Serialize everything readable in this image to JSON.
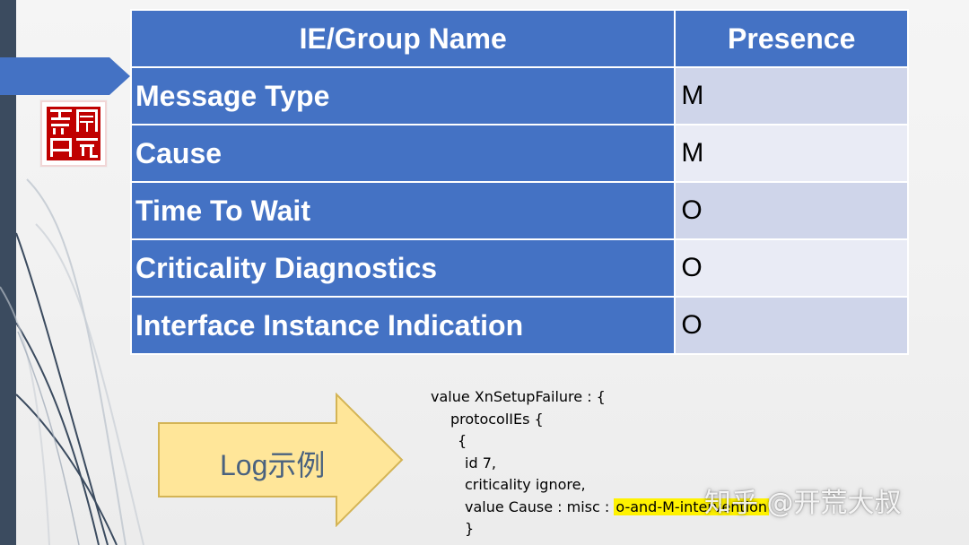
{
  "table": {
    "headers": [
      "IE/Group Name",
      "Presence"
    ],
    "rows": [
      {
        "name": "Message Type",
        "presence": "M"
      },
      {
        "name": "Cause",
        "presence": "M"
      },
      {
        "name": "Time To Wait",
        "presence": "O"
      },
      {
        "name": "Criticality Diagnostics",
        "presence": "O"
      },
      {
        "name": "Interface Instance Indication",
        "presence": "O"
      }
    ]
  },
  "arrow": {
    "label": "Log示例"
  },
  "code": {
    "lines": [
      "value XnSetupFailure : {",
      "protocolIEs {",
      "{",
      "id 7,",
      "criticality ignore,",
      "value Cause : misc : o-and-M-intervention",
      "}"
    ],
    "highlight": "o-and-M-intervention"
  },
  "seal": {
    "text": "之開印元"
  },
  "watermark": {
    "text": "知乎 @开荒大叔"
  },
  "colors": {
    "table_header_blue": "#4472c4",
    "row_alt_1": "#cfd5ea",
    "row_alt_2": "#e9ebf5",
    "arrow_fill": "#ffe699",
    "arrow_stroke": "#d4b455",
    "highlight": "#fff200",
    "left_strip": "#3b4b5f",
    "seal_red": "#c00000"
  }
}
